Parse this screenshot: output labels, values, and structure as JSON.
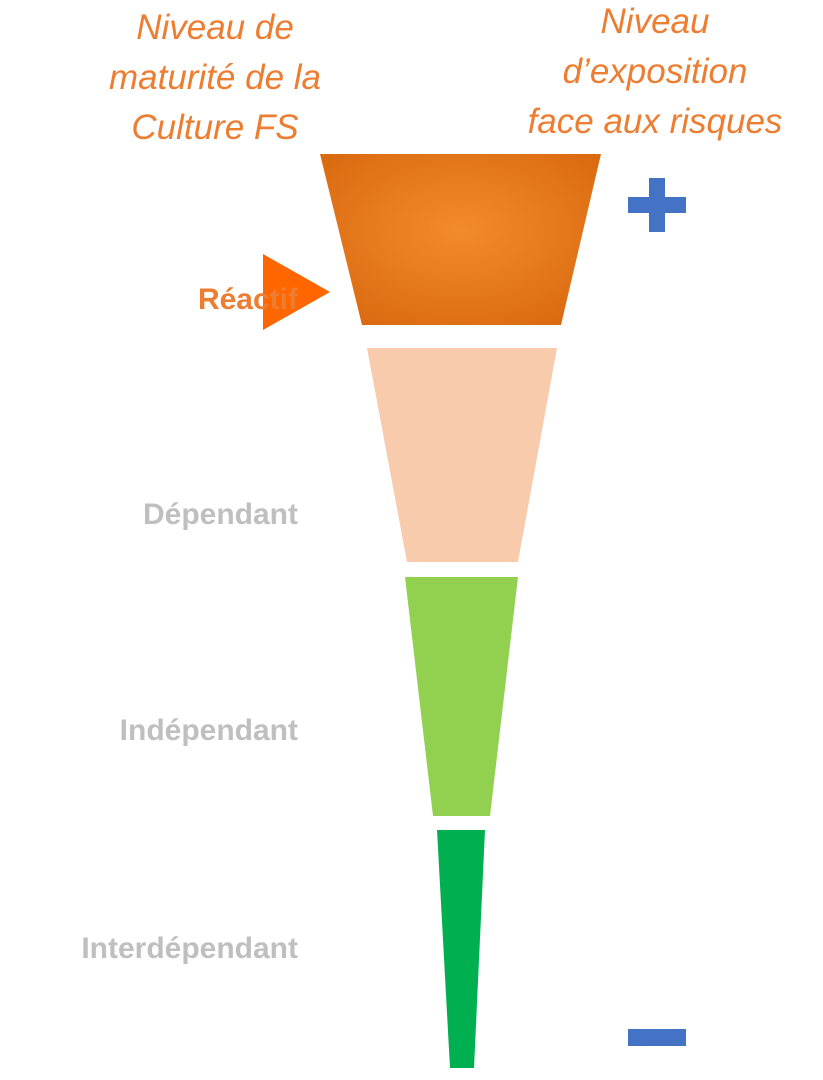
{
  "headers": {
    "left": [
      "Niveau de",
      "maturité de la",
      "Culture FS"
    ],
    "right": [
      "Niveau",
      "d’exposition",
      "face aux risques"
    ]
  },
  "levels": [
    {
      "label": "Réactif",
      "color": "#ED7D31",
      "active": true
    },
    {
      "label": "Dépendant",
      "color": "#F8CBAD",
      "active": false
    },
    {
      "label": "Indépendant",
      "color": "#92D050",
      "active": false
    },
    {
      "label": "Interdépendant",
      "color": "#00B050",
      "active": false
    }
  ],
  "colors": {
    "accent": "#ED7D31",
    "pointer": "#FF6600",
    "inactive_label": "#BFBFBF",
    "risk_sign": "#4472C4"
  },
  "signs": {
    "high": "plus-icon",
    "low": "minus-icon"
  }
}
